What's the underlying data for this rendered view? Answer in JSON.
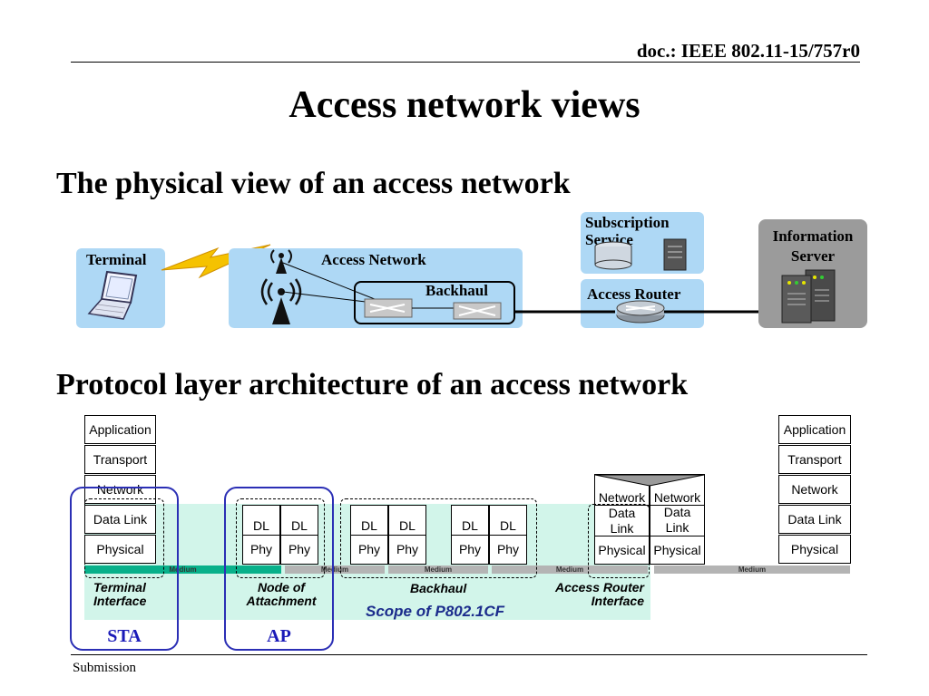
{
  "header": {
    "doc_id": "doc.: IEEE 802.11-15/757r0"
  },
  "title": "Access network views",
  "footer": {
    "label": "Submission"
  },
  "physical_view": {
    "heading": "The physical view of an access network",
    "terminal_label": "Terminal",
    "access_network_label": "Access Network",
    "backhaul_label": "Backhaul",
    "subscription_label": "Subscription\nService",
    "access_router_label": "Access Router",
    "info_server_label": "Information\nServer"
  },
  "protocol_view": {
    "heading": "Protocol layer architecture of an access network",
    "left_stack": [
      "Application",
      "Transport",
      "Network",
      "Data Link",
      "Physical"
    ],
    "right_stack": [
      "Application",
      "Transport",
      "Network",
      "Data Link",
      "Physical"
    ],
    "dl": "DL",
    "phy": "Phy",
    "router_network": "Network",
    "router_datalink": "Data\nLink",
    "router_physical": "Physical",
    "medium": "Medium",
    "terminal_interface": "Terminal\nInterface",
    "node_of_attachment": "Node of\nAttachment",
    "backhaul": "Backhaul",
    "access_router_interface": "Access Router\nInterface",
    "scope": "Scope of P802.1CF",
    "sta": "STA",
    "ap": "AP"
  },
  "colors": {
    "panel_blue": "#aed8f5",
    "scope_green": "#d2f5ea",
    "medium_teal": "#08b08a",
    "medium_gray": "#b4b4b4",
    "label_blue": "#1a1ab8"
  }
}
